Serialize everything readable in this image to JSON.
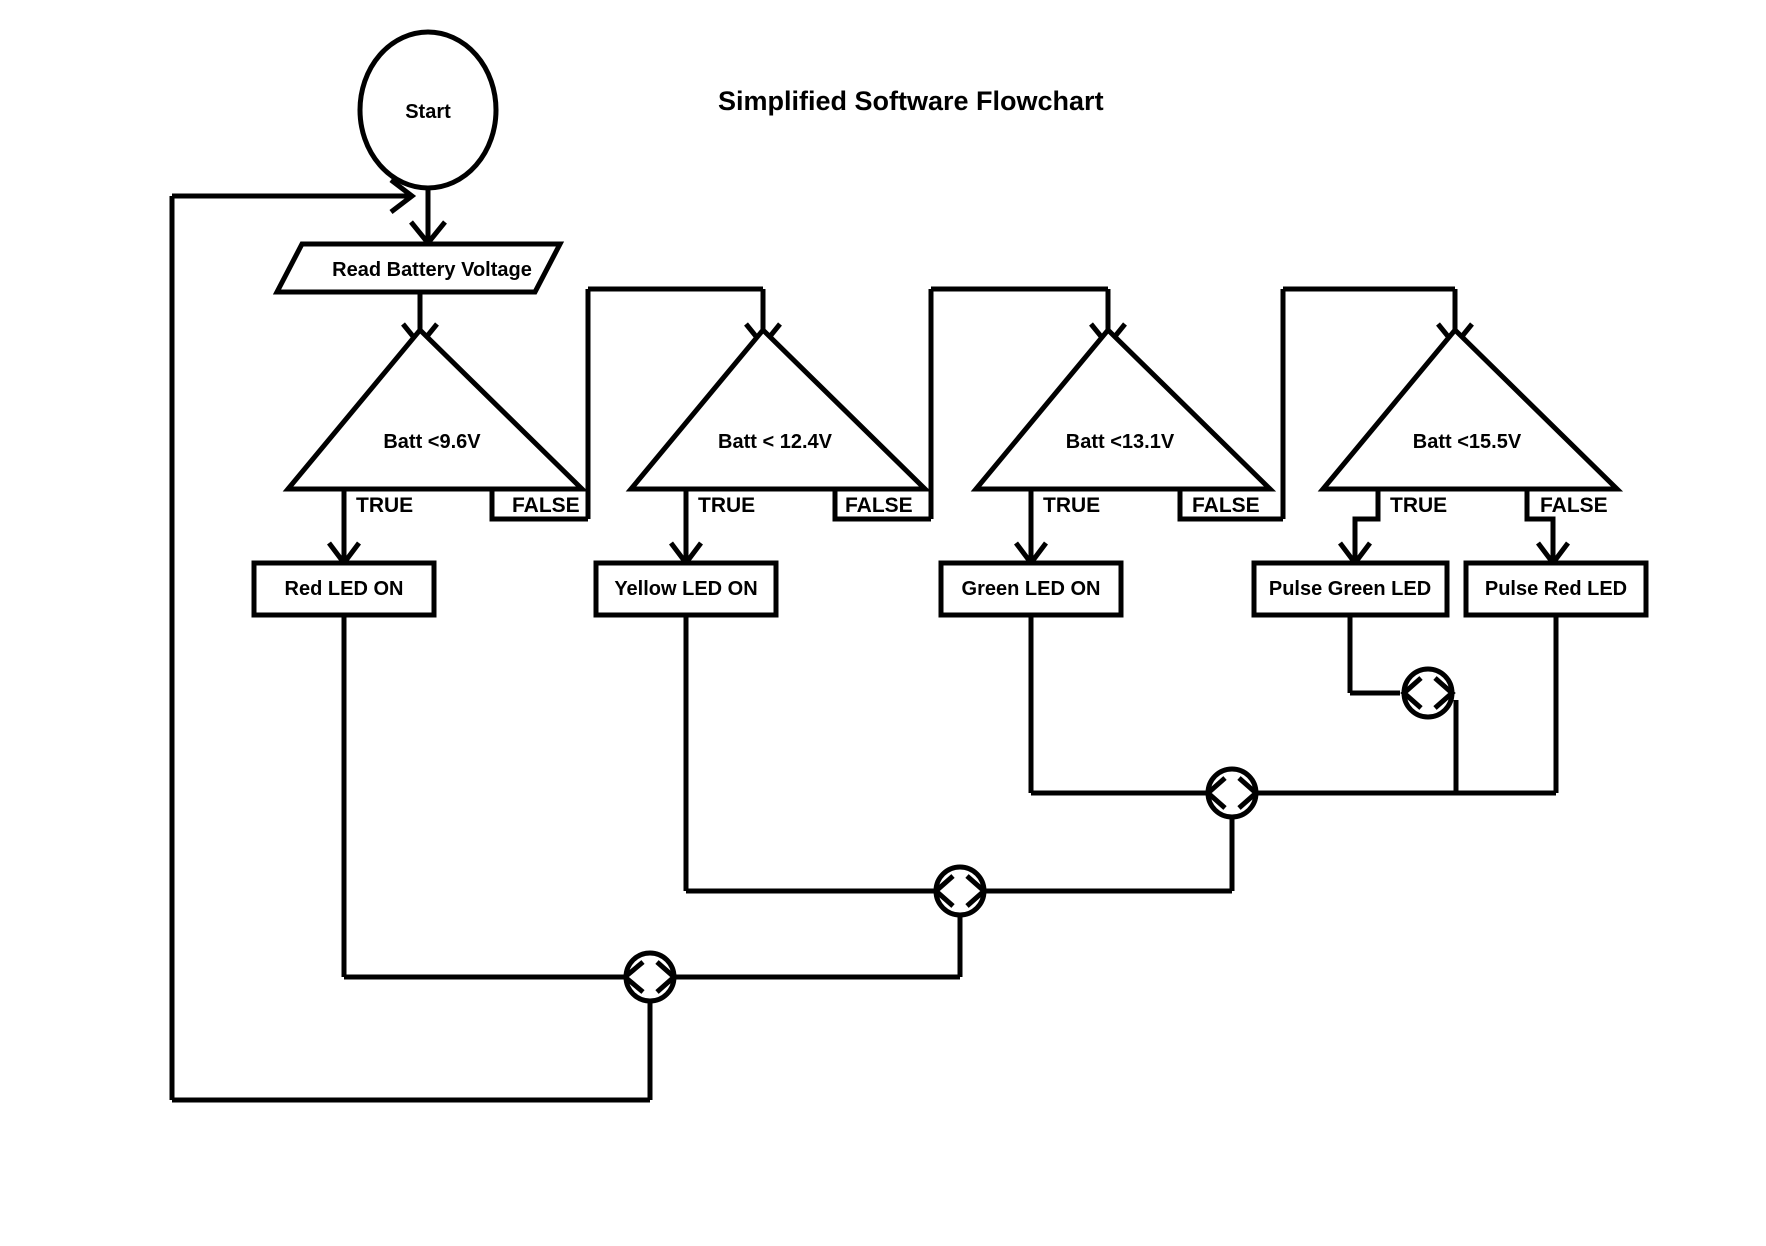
{
  "diagram": {
    "title": "Simplified Software Flowchart",
    "start": {
      "label": "Start"
    },
    "io": {
      "label": "Read Battery Voltage"
    },
    "decisions": [
      {
        "label": "Batt <9.6V",
        "true_label": "TRUE",
        "false_label": "FALSE"
      },
      {
        "label": "Batt < 12.4V",
        "true_label": "TRUE",
        "false_label": "FALSE"
      },
      {
        "label": "Batt <13.1V",
        "true_label": "TRUE",
        "false_label": "FALSE"
      },
      {
        "label": "Batt <15.5V",
        "true_label": "TRUE",
        "false_label": "FALSE"
      }
    ],
    "actions": [
      {
        "label": "Red LED ON"
      },
      {
        "label": "Yellow LED ON"
      },
      {
        "label": "Green LED ON"
      },
      {
        "label": "Pulse Green LED"
      },
      {
        "label": "Pulse Red LED"
      }
    ],
    "colors": {
      "stroke": "#000000",
      "fill": "#ffffff",
      "background": "#ffffff"
    }
  }
}
